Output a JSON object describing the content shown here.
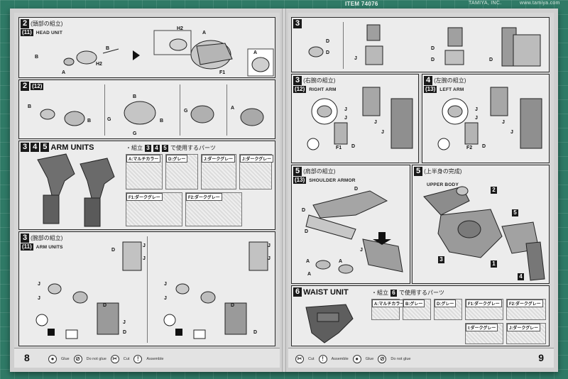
{
  "header": {
    "item": "ITEM 74076",
    "brand": "TAMIYA, INC.",
    "web": "www.tamiya.com"
  },
  "left_page": {
    "page_number": "8",
    "step2a": {
      "num": "2",
      "sub": "(11)",
      "jp": "(頭部の組立)",
      "en": "HEAD UNIT",
      "parts": [
        "H2",
        "A",
        "B",
        "F1",
        "A",
        "H2",
        "A",
        "B"
      ]
    },
    "step2b": {
      "num": "2",
      "sub": "(12)",
      "parts": [
        "B",
        "B",
        "G",
        "B",
        "G",
        "B",
        "G",
        "A"
      ]
    },
    "step345": {
      "nums": [
        "3",
        "4",
        "5"
      ],
      "title": "ARM UNITS",
      "assembly_jp": "・組立",
      "used_parts_jp": "で使用するパーツ",
      "runners": [
        {
          "label": "A:マルチカラー"
        },
        {
          "label": "D:グレー"
        },
        {
          "label": "J:ダークグレー"
        },
        {
          "label": "J:ダークグレー"
        },
        {
          "label": "F1:ダークグレー"
        },
        {
          "label": "F2:ダークグレー"
        }
      ]
    },
    "step3": {
      "num": "3",
      "sub": "(11)",
      "jp": "(腕部の組立)",
      "en": "ARM UNITS",
      "parts": [
        "J",
        "J",
        "D",
        "J",
        "J",
        "D",
        "J",
        "D",
        "J",
        "J",
        "D",
        "J",
        "J",
        "D"
      ]
    },
    "footer_legend": [
      "Glue",
      "Do not glue",
      "Cut",
      "Assemble"
    ]
  },
  "right_page": {
    "page_number": "9",
    "step3top": {
      "num": "3",
      "parts": [
        "D",
        "D",
        "J",
        "D",
        "D",
        "D"
      ]
    },
    "step3r": {
      "num": "3",
      "sub": "(12)",
      "jp": "(右腕の組立)",
      "en": "RIGHT ARM",
      "parts": [
        "J",
        "J",
        "D",
        "F1",
        "J",
        "J"
      ]
    },
    "step4": {
      "num": "4",
      "sub": "(13)",
      "jp": "(左腕の組立)",
      "en": "LEFT ARM",
      "parts": [
        "J",
        "J",
        "D",
        "F2",
        "J",
        "J"
      ]
    },
    "step5a": {
      "num": "5",
      "sub": "(13)",
      "jp": "(肩部の組立)",
      "en": "SHOULDER ARMOR",
      "parts": [
        "D",
        "D",
        "D",
        "A",
        "A",
        "J",
        "A"
      ]
    },
    "step5b": {
      "num": "5",
      "jp": "(上半身の完成)",
      "en": "UPPER BODY",
      "callouts": [
        "2",
        "5",
        "3",
        "1",
        "4"
      ]
    },
    "step6": {
      "num": "6",
      "title": "WAIST UNIT",
      "assembly_jp": "・組立",
      "used_parts_jp": "で使用するパーツ",
      "runners": [
        {
          "label": "A:マルチカラー"
        },
        {
          "label": "B:グレー"
        },
        {
          "label": "D:グレー"
        },
        {
          "label": "F1:ダークグレー"
        },
        {
          "label": "F2:ダークグレー"
        },
        {
          "label": "I:ダークグレー"
        },
        {
          "label": "J:ダークグレー"
        }
      ]
    },
    "footer_legend": [
      "Cut",
      "Assemble",
      "Glue",
      "Do not glue"
    ]
  }
}
